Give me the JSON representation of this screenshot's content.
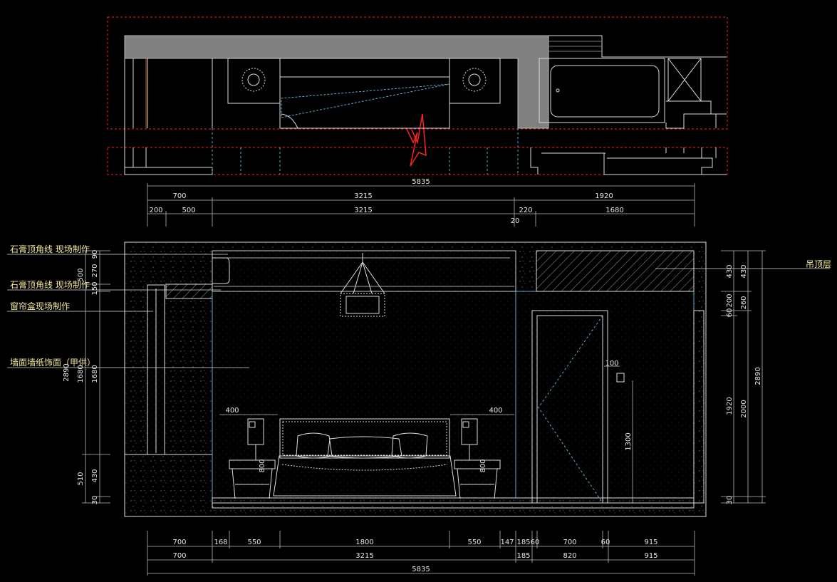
{
  "colors": {
    "background": "#000000",
    "white_line": "#e8e8e8",
    "cyan_line": "#5fa8c8",
    "red_dash": "#ff2020",
    "yellow_text": "#f0e89a",
    "gray_fill": "#808080"
  },
  "plan": {
    "overall": "5835",
    "row1": [
      "700",
      "3215",
      "1920"
    ],
    "row2": [
      "200",
      "500",
      "3215",
      "220",
      "1680"
    ],
    "small": "20"
  },
  "elevation": {
    "notes": {
      "cornice_top": "石膏顶角线 现场制作",
      "cornice_mid": "石膏顶角线 现场制作",
      "curtain_box": "窗帘盒现场制作",
      "wallpaper": "墙面墙纸饰面（甲供）",
      "ceiling_layer": "吊顶层"
    },
    "left_dims": {
      "outer": [
        "500",
        "2890",
        "510"
      ],
      "inner": [
        "270",
        "150",
        "1680",
        "430",
        "30"
      ],
      "top_small": "90"
    },
    "right_dims": {
      "outer": [
        "430",
        "2890",
        "30"
      ],
      "middle": [
        "430",
        "260",
        "2000"
      ],
      "inner": [
        "200",
        "60",
        "1920"
      ]
    },
    "inner_labels": {
      "side_table_left": "400",
      "side_table_right": "400",
      "lamp_left": "800",
      "lamp_right": "800",
      "switch": "100",
      "switch_height": "1300"
    },
    "bottom_row1": [
      "700",
      "168",
      "550",
      "1800",
      "550",
      "147",
      "185",
      "60",
      "700",
      "60",
      "915"
    ],
    "bottom_row2": [
      "700",
      "3215",
      "185",
      "820",
      "915"
    ],
    "overall": "5835"
  }
}
